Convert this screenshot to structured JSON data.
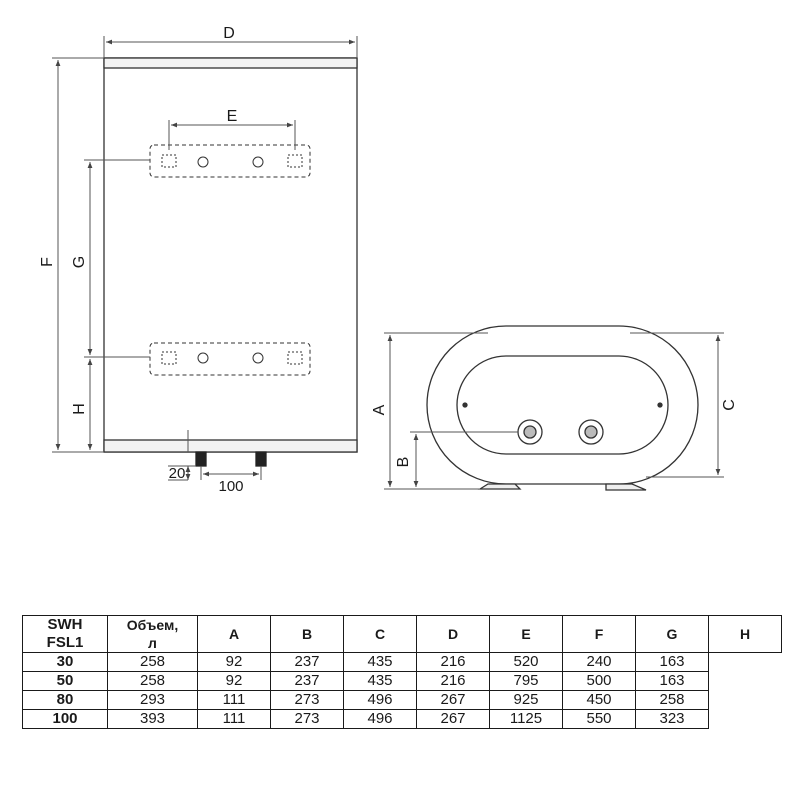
{
  "drawing": {
    "front_labels": {
      "D": "D",
      "E": "E",
      "F": "F",
      "G": "G",
      "H": "H",
      "dim20": "20",
      "dim100": "100"
    },
    "side_labels": {
      "A": "A",
      "B": "B",
      "C": "C"
    }
  },
  "table": {
    "model": "SWH\nFSL1",
    "volume_header": "Объем,\nл",
    "columns": [
      "A",
      "B",
      "C",
      "D",
      "E",
      "F",
      "G",
      "H"
    ],
    "rows": [
      {
        "volume": "30",
        "values": [
          "258",
          "92",
          "237",
          "435",
          "216",
          "520",
          "240",
          "163"
        ]
      },
      {
        "volume": "50",
        "values": [
          "258",
          "92",
          "237",
          "435",
          "216",
          "795",
          "500",
          "163"
        ]
      },
      {
        "volume": "80",
        "values": [
          "293",
          "111",
          "273",
          "496",
          "267",
          "925",
          "450",
          "258"
        ]
      },
      {
        "volume": "100",
        "values": [
          "393",
          "111",
          "273",
          "496",
          "267",
          "1125",
          "550",
          "323"
        ]
      }
    ]
  }
}
